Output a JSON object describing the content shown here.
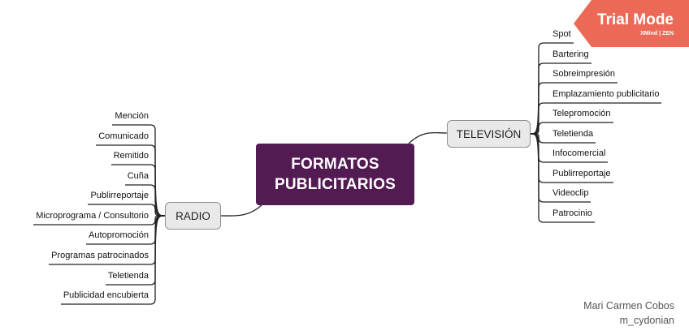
{
  "central": {
    "line1": "FORMATOS",
    "line2": "PUBLICITARIOS"
  },
  "television": {
    "label": "TELEVISIÓN",
    "items": [
      "Spot",
      "Bartering",
      "Sobreimpresión",
      "Emplazamiento publicitario",
      "Telepromoción",
      "Teletienda",
      "Infocomercial",
      "Publirreportaje",
      "Videoclip",
      "Patrocinio"
    ]
  },
  "radio": {
    "label": "RADIO",
    "items": [
      "Mención",
      "Comunicado",
      "Remitido",
      "Cuña",
      "Publirreportaje",
      "Microprograma / Consultorio",
      "Autopromoción",
      "Programas patrocinados",
      "Teletienda",
      "Publicidad encubierta"
    ]
  },
  "watermark": {
    "title": "Trial Mode",
    "brand": "XMind",
    "edition": "ZEN"
  },
  "author": {
    "name": "Mari Carmen Cobos",
    "handle": "m_cydonian"
  },
  "colors": {
    "central": "#521b51",
    "badge": "#ec6957",
    "line": "#222222"
  }
}
